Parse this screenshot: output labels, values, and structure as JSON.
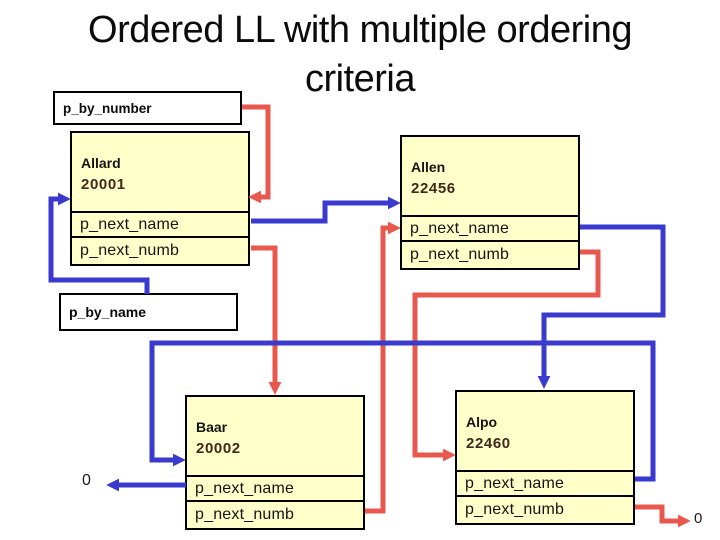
{
  "slide": {
    "title_line1": "Ordered LL with multiple ordering",
    "title_line2": "criteria"
  },
  "head_pointers": {
    "by_number_label": "p_by_number",
    "by_name_label": "p_by_name"
  },
  "nodes": [
    {
      "name": "Allard",
      "number": "20001",
      "field1": "p_next_name",
      "field2": "p_next_numb"
    },
    {
      "name": "Allen",
      "number": "22456",
      "field1": "p_next_name",
      "field2": "p_next_numb"
    },
    {
      "name": "Baar",
      "number": "20002",
      "field1": "p_next_name",
      "field2": "p_next_numb"
    },
    {
      "name": "Alpo",
      "number": "22460",
      "field1": "p_next_name",
      "field2": "p_next_numb"
    }
  ],
  "terminators": {
    "name_list_null": "0",
    "number_list_null": "0"
  },
  "colors": {
    "name_pointer": "#3a3ace",
    "number_pointer": "#e8584f",
    "node_fill": "#ffffc9",
    "outline": "#000000"
  }
}
